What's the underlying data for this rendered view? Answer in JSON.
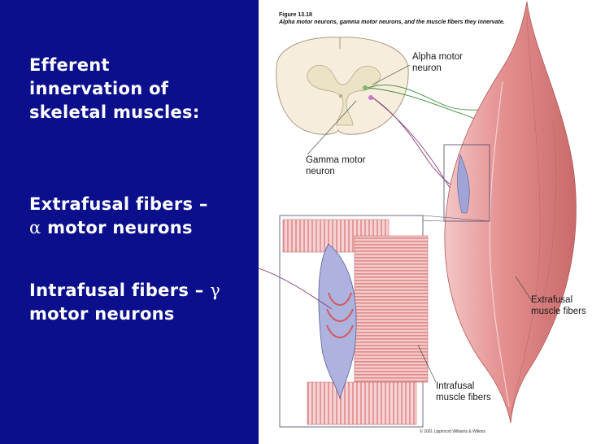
{
  "slide": {
    "heading_lines": [
      "Efferent",
      "innervation of",
      "skeletal muscles:"
    ],
    "extrafusal": {
      "prefix": "Extrafusal fibers –",
      "greek": "α",
      "suffix": " motor neurons"
    },
    "intrafusal": {
      "prefix": "Intrafusal fibers – ",
      "greek": "γ",
      "suffix": "motor neurons"
    }
  },
  "figure": {
    "number": "Figure 13.18",
    "caption": "Alpha motor neurons, gamma motor neurons, and the muscle fibers they innervate.",
    "labels": {
      "alpha": [
        "Alpha motor",
        "neuron"
      ],
      "gamma": [
        "Gamma motor",
        "neuron"
      ],
      "extrafusal": [
        "Extrafusal",
        "muscle fibers"
      ],
      "intrafusal": [
        "Intrafusal",
        "muscle fibers"
      ]
    },
    "copyright": "© 2001 Lippincott Williams & Wilkins"
  },
  "colors": {
    "panel_bg": "#0b0f8c",
    "muscle": "#e59a9a",
    "spinal_cord": "#f4ead8",
    "spindle": "#9fa3d6"
  }
}
